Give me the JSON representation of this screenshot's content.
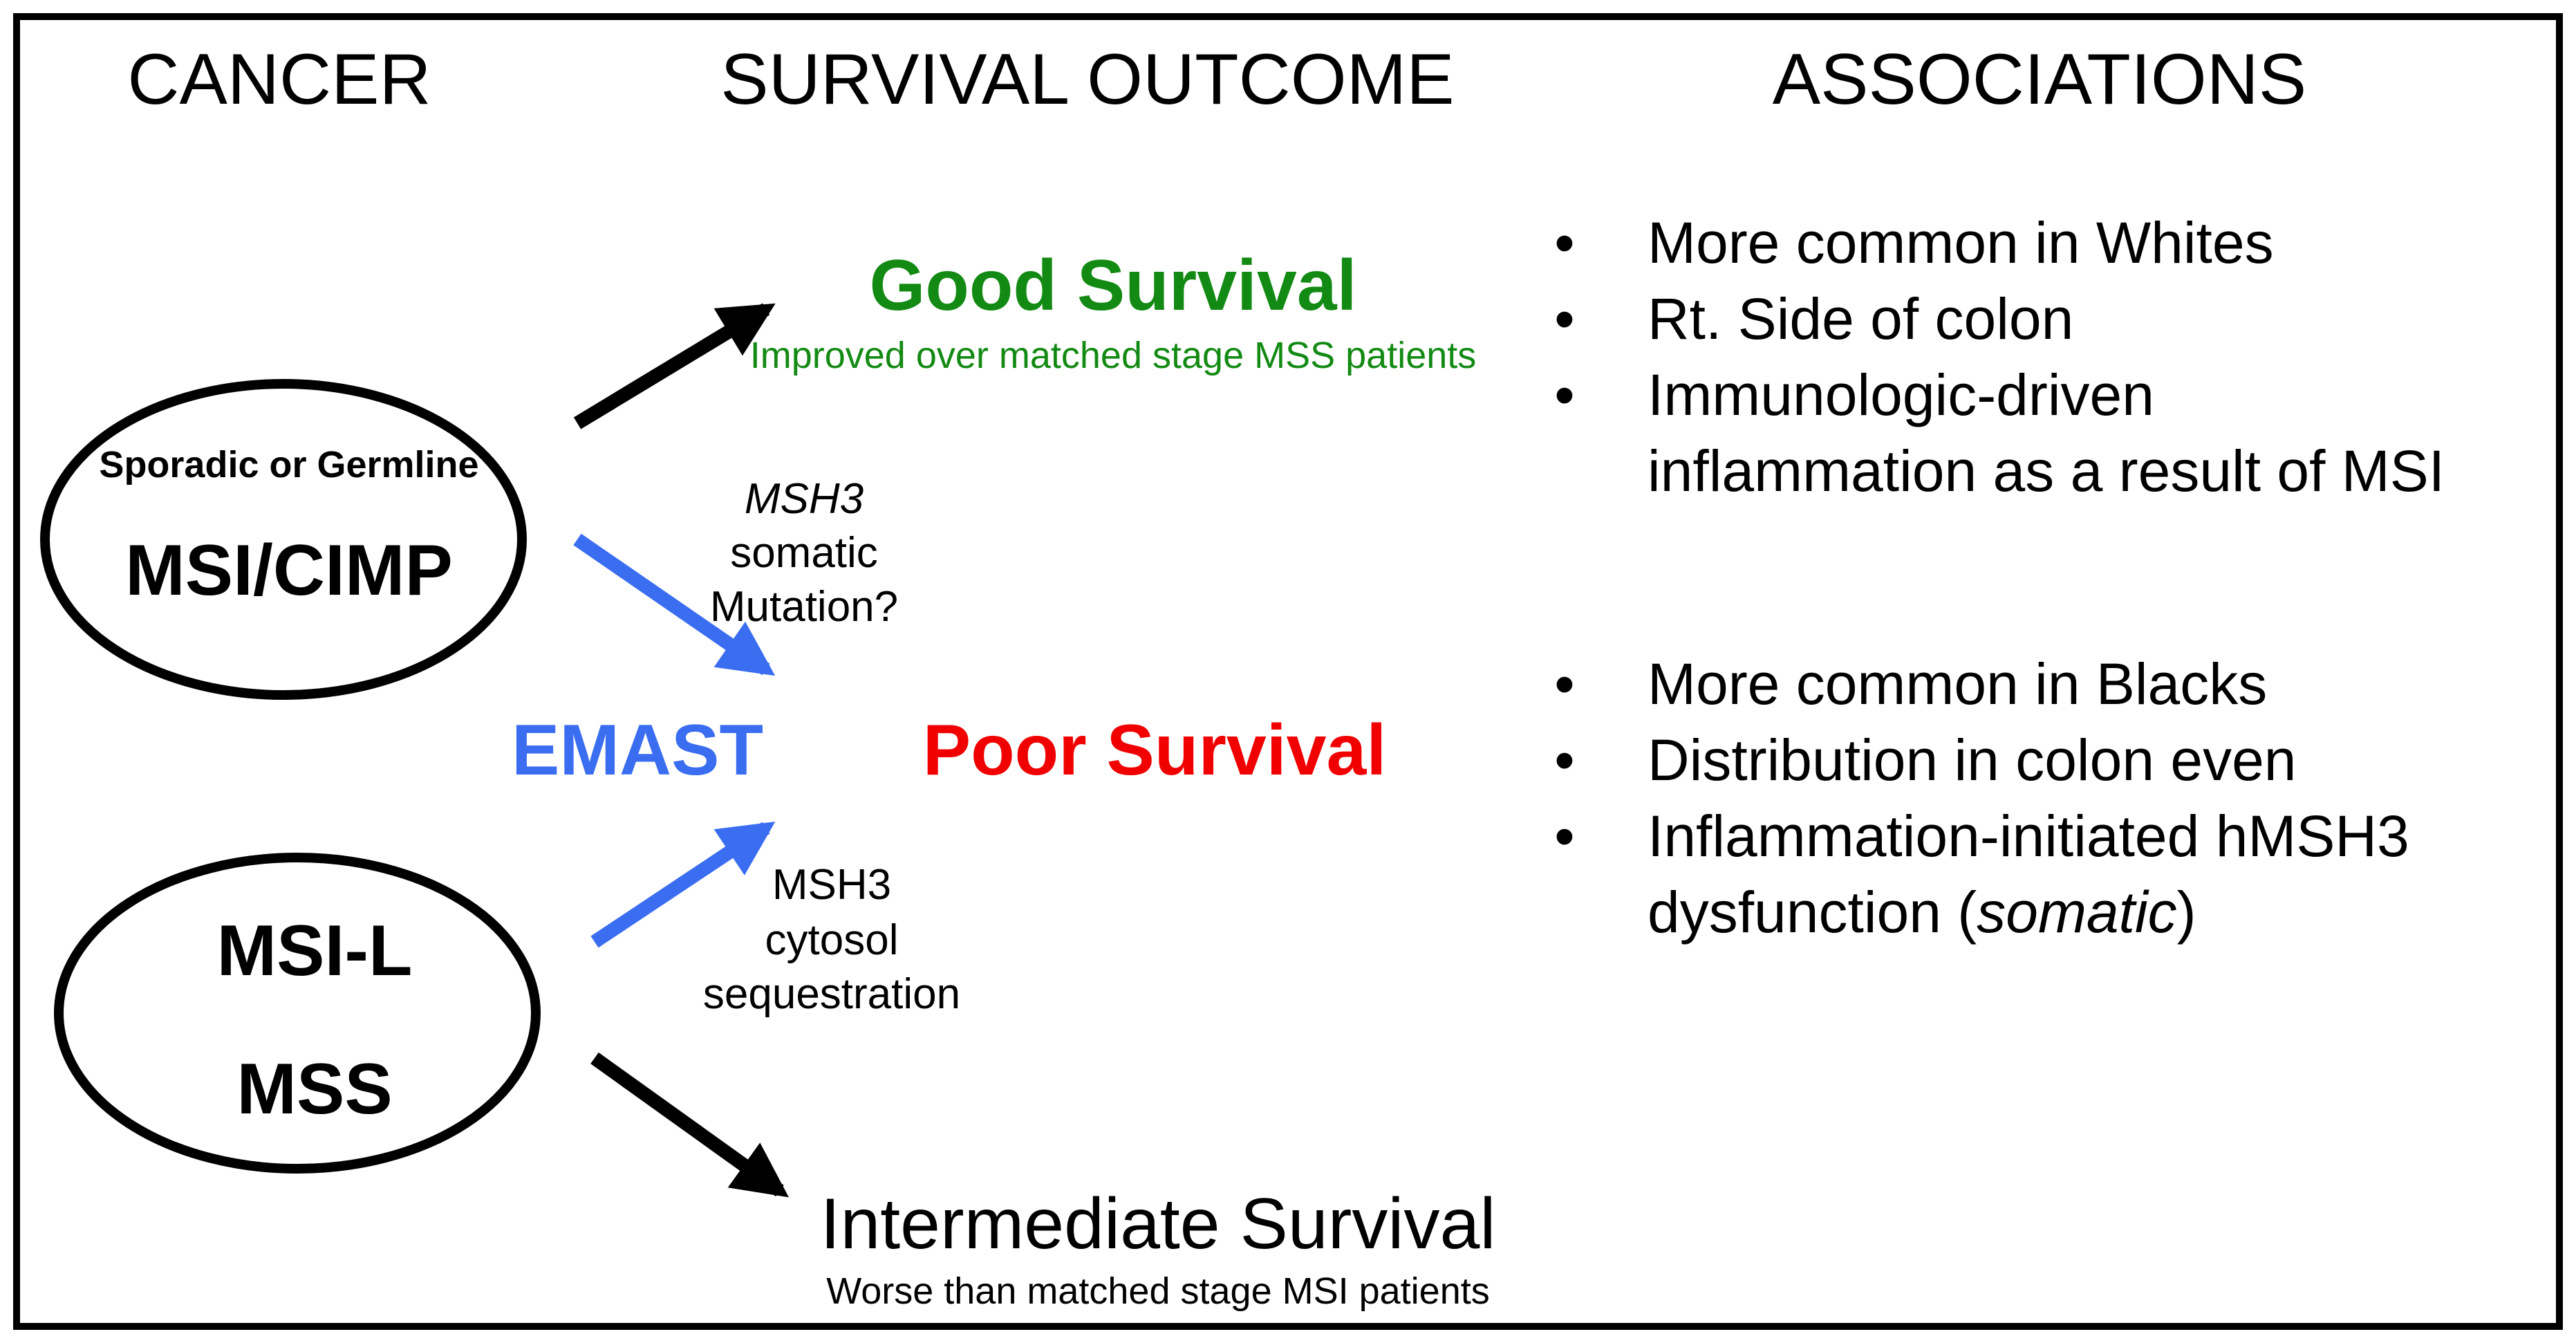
{
  "headers": {
    "cancer": "CANCER",
    "survival_outcome": "SURVIVAL OUTCOME",
    "associations": "ASSOCIATIONS"
  },
  "nodes": {
    "msi_cimp": {
      "subtitle": "Sporadic or Germline",
      "label": "MSI/CIMP"
    },
    "msi_l_mss": {
      "line1": "MSI-L",
      "line2": "MSS"
    }
  },
  "outcomes": {
    "good": {
      "title": "Good Survival",
      "subtitle": "Improved over matched stage MSS patients"
    },
    "emast": "EMAST",
    "poor": "Poor Survival",
    "intermediate": {
      "title": "Intermediate Survival",
      "subtitle": "Worse than matched stage MSI patients"
    }
  },
  "arrow_labels": {
    "upper": [
      "MSH3",
      "somatic",
      "Mutation?"
    ],
    "lower": [
      "MSH3",
      "cytosol",
      "sequestration"
    ]
  },
  "associations": {
    "group1": [
      {
        "bullet": "•",
        "lines": [
          "More common in Whites"
        ]
      },
      {
        "bullet": "•",
        "lines": [
          "Rt. Side of colon"
        ]
      },
      {
        "bullet": "•",
        "lines": [
          "Immunologic-driven",
          "inflammation as a result of MSI"
        ]
      }
    ],
    "group2": [
      {
        "bullet": "•",
        "lines": [
          "More common in Blacks"
        ]
      },
      {
        "bullet": "•",
        "lines": [
          "Distribution in colon even"
        ]
      },
      {
        "bullet": "•",
        "lines": [
          "Inflammation-initiated hMSH3"
        ]
      }
    ],
    "group2_last_line": {
      "prefix": "dysfunction (",
      "italic": "somatic",
      "suffix": ")"
    }
  },
  "colors": {
    "black": "#000000",
    "green": "#138a13",
    "red": "#f00000",
    "blue": "#3a6df0"
  }
}
